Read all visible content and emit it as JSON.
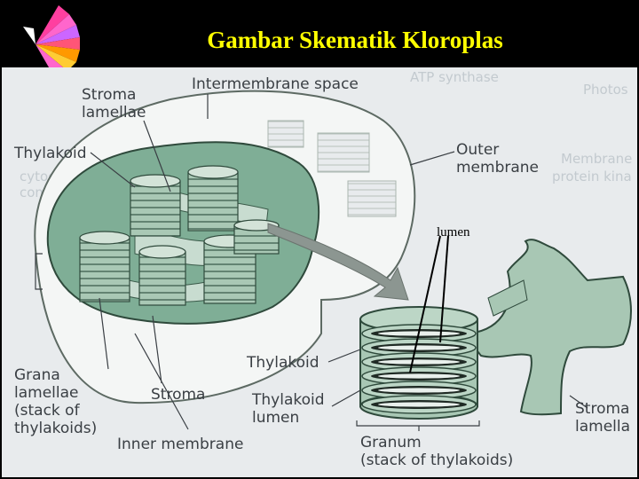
{
  "title": "Gambar Skematik Kloroplas",
  "labels": {
    "stroma_lamellae_1": "Stroma",
    "stroma_lamellae_2": "lamellae",
    "intermembrane_space": "Intermembrane space",
    "thylakoid_top": "Thylakoid",
    "outer_membrane_1": "Outer",
    "outer_membrane_2": "membrane",
    "lumen": "lumen",
    "grana_1": "Grana",
    "grana_2": "lamellae",
    "grana_3": "(stack of",
    "grana_4": "thylakoids)",
    "stroma": "Stroma",
    "inner_membrane": "Inner membrane",
    "thylakoid_mid": "Thylakoid",
    "thylakoid_lumen_1": "Thylakoid",
    "thylakoid_lumen_2": "lumen",
    "granum_1": "Granum",
    "granum_2": "(stack of thylakoids)",
    "stroma_lamella_1": "Stroma",
    "stroma_lamella_2": "lamella"
  },
  "colors": {
    "title": "#ffff00",
    "stroma_green": "#7fae96",
    "membrane": "#bfd2c6",
    "thylakoid_light": "#d3e3d8"
  }
}
